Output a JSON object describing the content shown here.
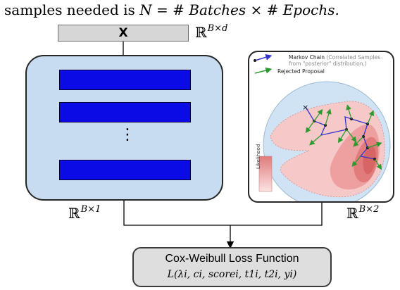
{
  "header": {
    "text": "samples needed is",
    "formula": "N = # Batches × # Epochs."
  },
  "input_box": {
    "label": "X"
  },
  "space_labels": {
    "input": {
      "base": "ℝ",
      "exp": "B×d"
    },
    "network_output": {
      "base": "ℝ",
      "exp": "B×1"
    },
    "mcmc_output": {
      "base": "ℝ",
      "exp": "B×2"
    }
  },
  "network": {
    "layer_count_visible": 3,
    "ellipsis": "⋮",
    "layer_color": "#0b0be6",
    "box_color": "#c7dcf0"
  },
  "mcmc_panel": {
    "legend": [
      {
        "label": "Markov Chain",
        "sublabel": "(Correlated Samples from \"posterior\" distribution.)",
        "color": "#3333cc",
        "icon": "blue-arrow-icon"
      },
      {
        "label": "Rejected Proposal",
        "color": "#2e9a2e",
        "icon": "green-arrow-icon"
      }
    ],
    "colorbar_label": "Likelihood"
  },
  "loss_box": {
    "title": "Cox-Weibull Loss Function",
    "formula": "L(λi, ci, scorei, t1i, t2i, yi)"
  }
}
